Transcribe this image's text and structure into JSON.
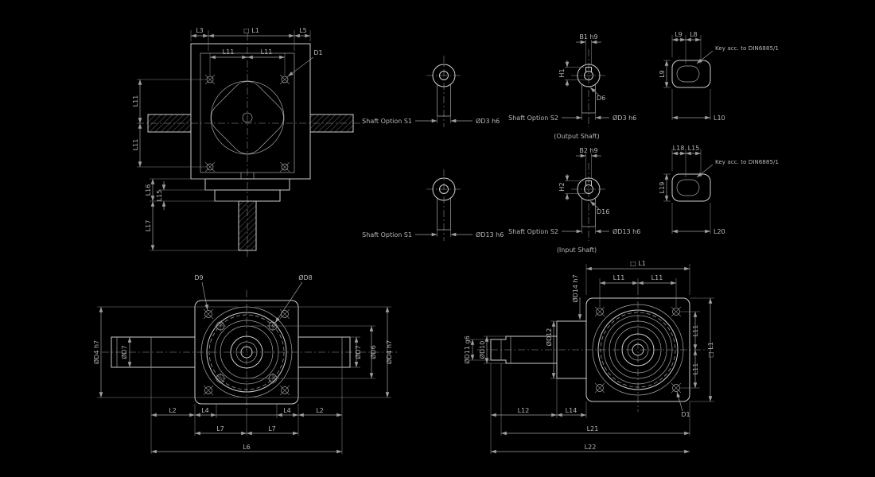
{
  "colors": {
    "background": "#000000",
    "line": "#cdcdcd",
    "text": "#b6b6b6"
  },
  "top_view": {
    "dims_top": [
      "L3",
      "□ L1",
      "L5"
    ],
    "dims_hole_span": [
      "L11",
      "L11"
    ],
    "hole_label": "D1",
    "dims_left": [
      "L11",
      "L11"
    ],
    "dims_bottom_left": [
      "L16",
      "L15",
      "L17"
    ]
  },
  "output_shaft": {
    "s1": {
      "label": "Shaft Option S1",
      "dia": "ØD3 h6"
    },
    "s2": {
      "label": "Shaft Option S2",
      "dia": "ØD3 h6",
      "width": "B1 h9",
      "height": "H1",
      "depth": "D6"
    },
    "caption": "(Output Shaft)",
    "key": {
      "top1": "L9",
      "top2": "L8",
      "side": "L9",
      "bottom": "L10",
      "note": "Key acc. to DIN6885/1"
    }
  },
  "input_shaft": {
    "s1": {
      "label": "Shaft Option S1",
      "dia": "ØD13 h6"
    },
    "s2": {
      "label": "Shaft Option S2",
      "dia": "ØD13 h6",
      "width": "B2 h9",
      "height": "H2",
      "depth": "D16"
    },
    "caption": "(Input Shaft)",
    "key": {
      "top1": "L18",
      "top2": "L15",
      "side": "L19",
      "bottom": "L20",
      "note": "Key acc. to DIN6885/1"
    }
  },
  "front_view": {
    "leader1": "D9",
    "leader2": "ØD8",
    "left_dims": [
      "ØD4 h7",
      "ØD7"
    ],
    "right_dims": [
      "ØD7",
      "ØD6",
      "ØD4 h7"
    ],
    "bottom_row1": [
      "L2",
      "L4",
      "L4",
      "L2"
    ],
    "bottom_row2": [
      "L7",
      "L7"
    ],
    "bottom_row3": "L6"
  },
  "side_view": {
    "top_sq": "□ L1",
    "top_dims": [
      "L11",
      "L11"
    ],
    "flange_dia": "ØD14 h7",
    "left_dims": [
      "ØD11 g6",
      "ØD10",
      "ØD12"
    ],
    "right_dims": [
      "L11",
      "L11"
    ],
    "right_sq": "□ L1",
    "hole_label": "D1",
    "bottom_row1": [
      "L12",
      "L14"
    ],
    "bottom_row2": "L21",
    "bottom_row3": "L22"
  }
}
